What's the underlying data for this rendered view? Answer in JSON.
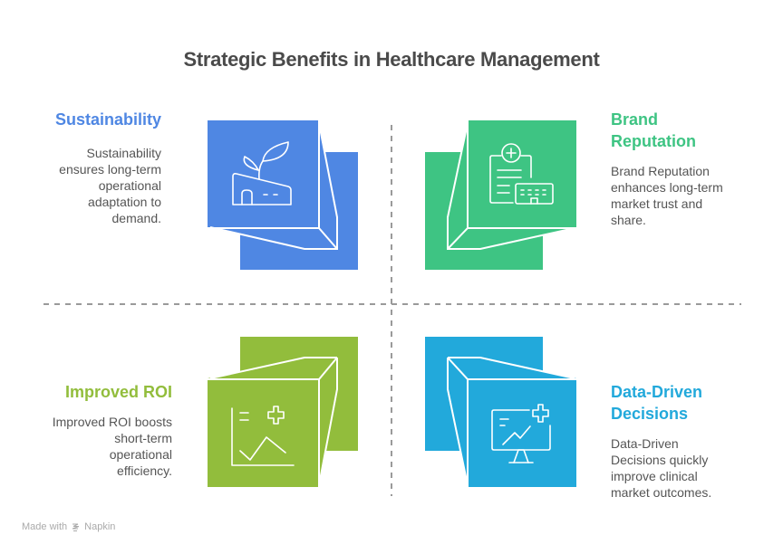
{
  "title": "Strategic Benefits in Healthcare Management",
  "quadrants": [
    {
      "heading": "Sustainability",
      "description_lines": [
        "Sustainability",
        "ensures long-term",
        "operational",
        "adaptation to",
        "demand."
      ],
      "color": "#4f87e3",
      "icon": "eco-building-icon"
    },
    {
      "heading_lines": [
        "Brand",
        "Reputation"
      ],
      "description_lines": [
        "Brand Reputation",
        "enhances long-term",
        "market trust and",
        "share."
      ],
      "color": "#3ec483",
      "icon": "hospital-report-icon"
    },
    {
      "heading": "Improved ROI",
      "description_lines": [
        "Improved ROI boosts",
        "short-term",
        "operational",
        "efficiency."
      ],
      "color": "#92bd3c",
      "icon": "health-chart-icon"
    },
    {
      "heading_lines": [
        "Data-Driven",
        "Decisions"
      ],
      "description_lines": [
        "Data-Driven",
        "Decisions quickly",
        "improve clinical",
        "market outcomes."
      ],
      "color": "#22a9db",
      "icon": "medical-monitor-icon"
    }
  ],
  "footer": {
    "made_with": "Made with",
    "brand": "Napkin"
  }
}
